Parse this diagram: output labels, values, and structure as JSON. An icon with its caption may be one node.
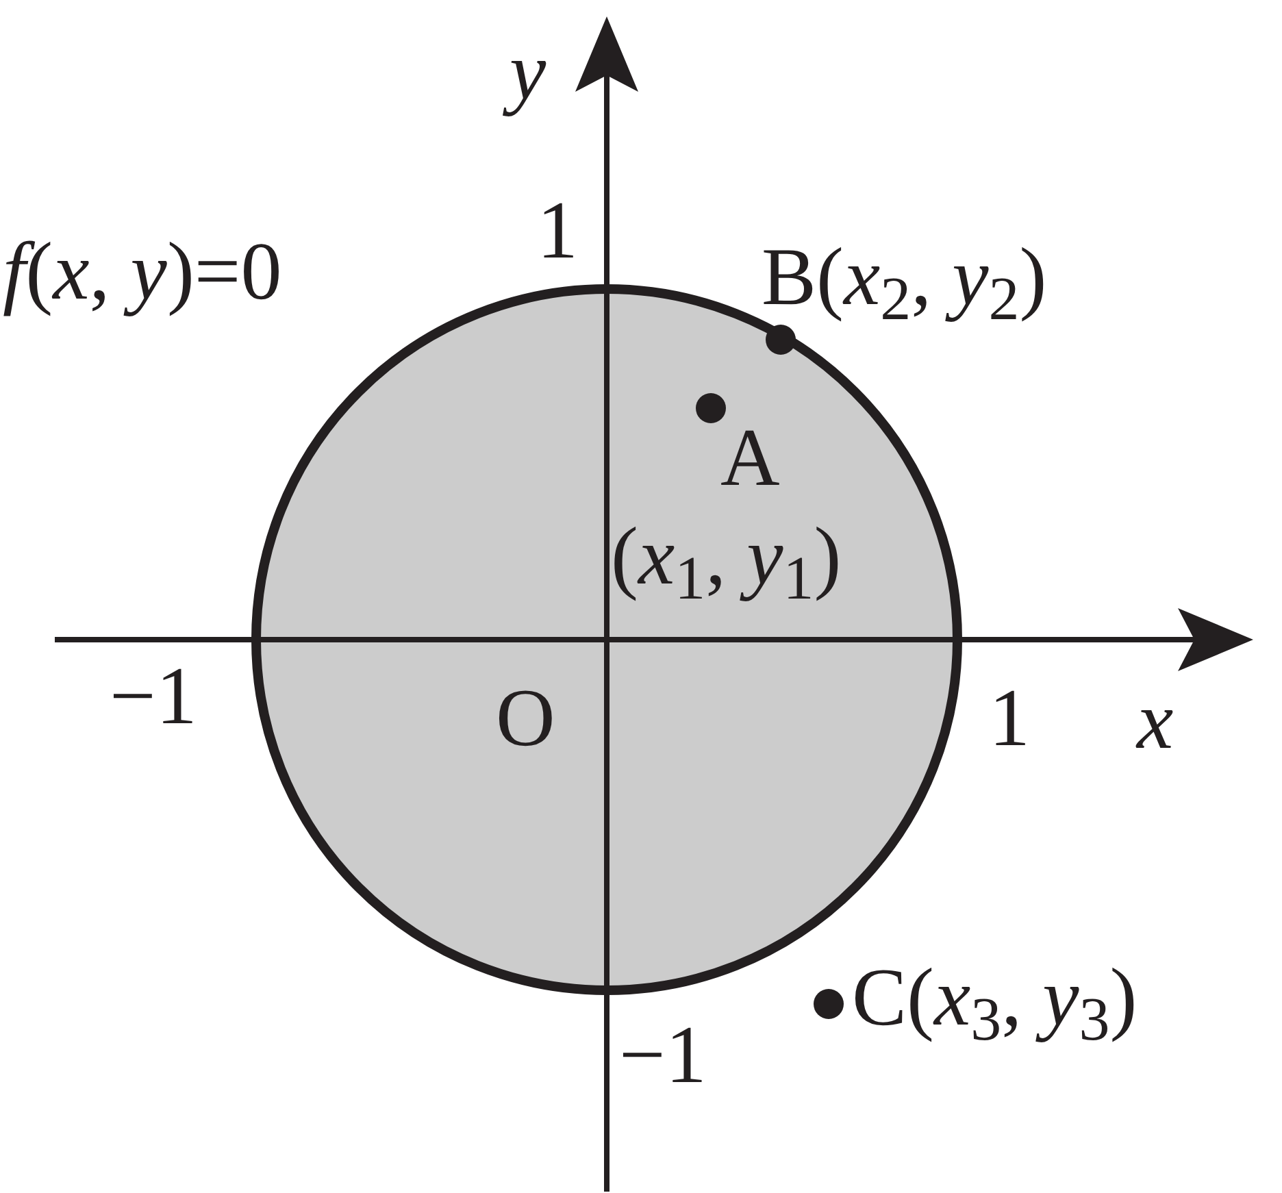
{
  "diagram": {
    "labels": [
      "y",
      "1",
      "*f*(*x*, *y*)=0",
      "B(*x*$_{2}$, *y*$_{2}$)",
      "A",
      "(*x*$_{1}$, *y*$_{1}$)",
      "−1",
      "O",
      "1",
      "x",
      "C(*x*$_{3}$, *y*$_{3}$)",
      "−1"
    ]
  }
}
